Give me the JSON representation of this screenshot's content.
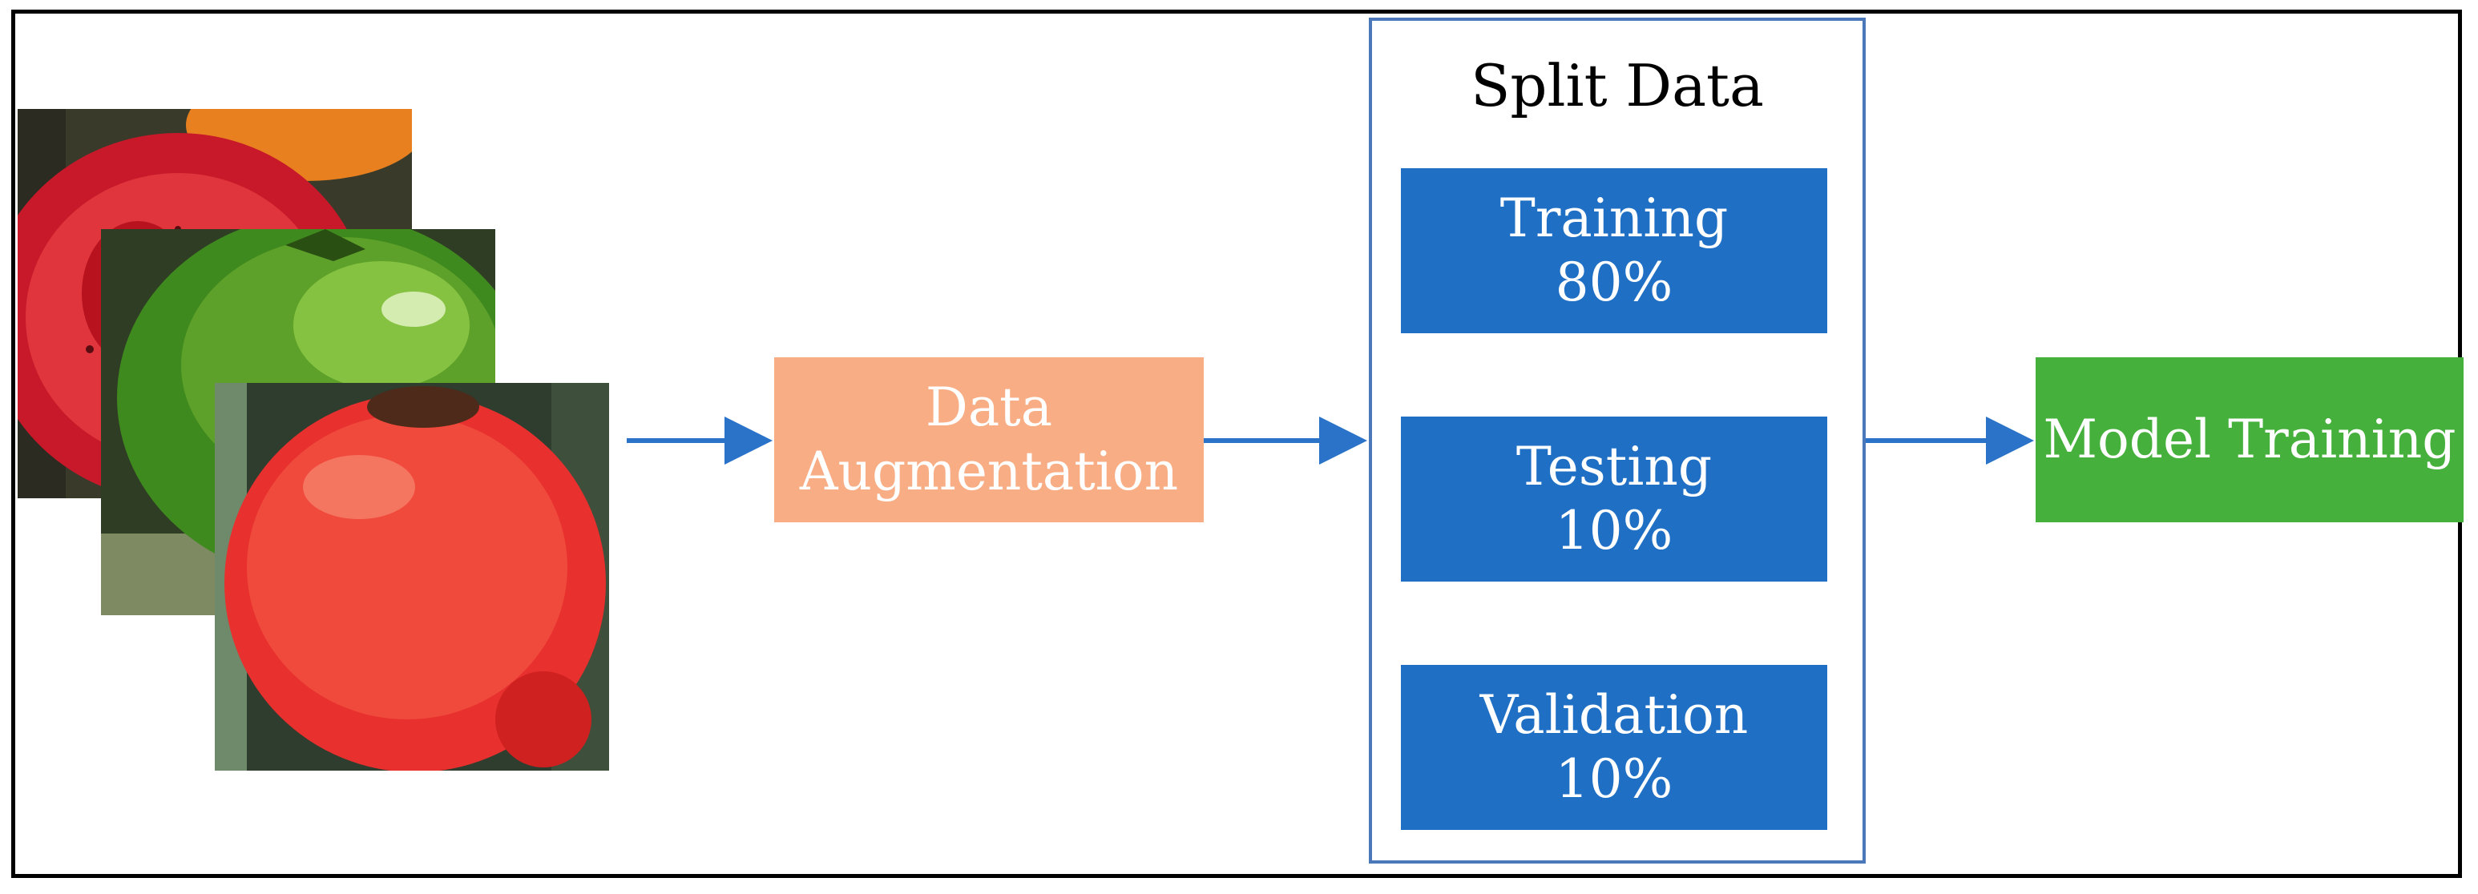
{
  "steps": {
    "augmentation": {
      "line1": "Data",
      "line2": "Augmentation"
    },
    "split": {
      "title": "Split Data",
      "items": [
        {
          "name": "Training",
          "percent": "80%"
        },
        {
          "name": "Testing",
          "percent": "10%"
        },
        {
          "name": "Validation",
          "percent": "10%"
        }
      ]
    },
    "model": {
      "label": "Model Training"
    }
  },
  "photos": [
    "cut-red-tomato-icon",
    "green-tomato-icon",
    "red-tomato-icon"
  ],
  "colors": {
    "augmentation_fill": "#f8ad84",
    "split_fill": "#1f6fc5",
    "split_border": "#4a78b8",
    "model_fill": "#45b03b",
    "arrow": "#2a73c8",
    "frame": "#000000",
    "text_on_fill": "#ffffff"
  }
}
